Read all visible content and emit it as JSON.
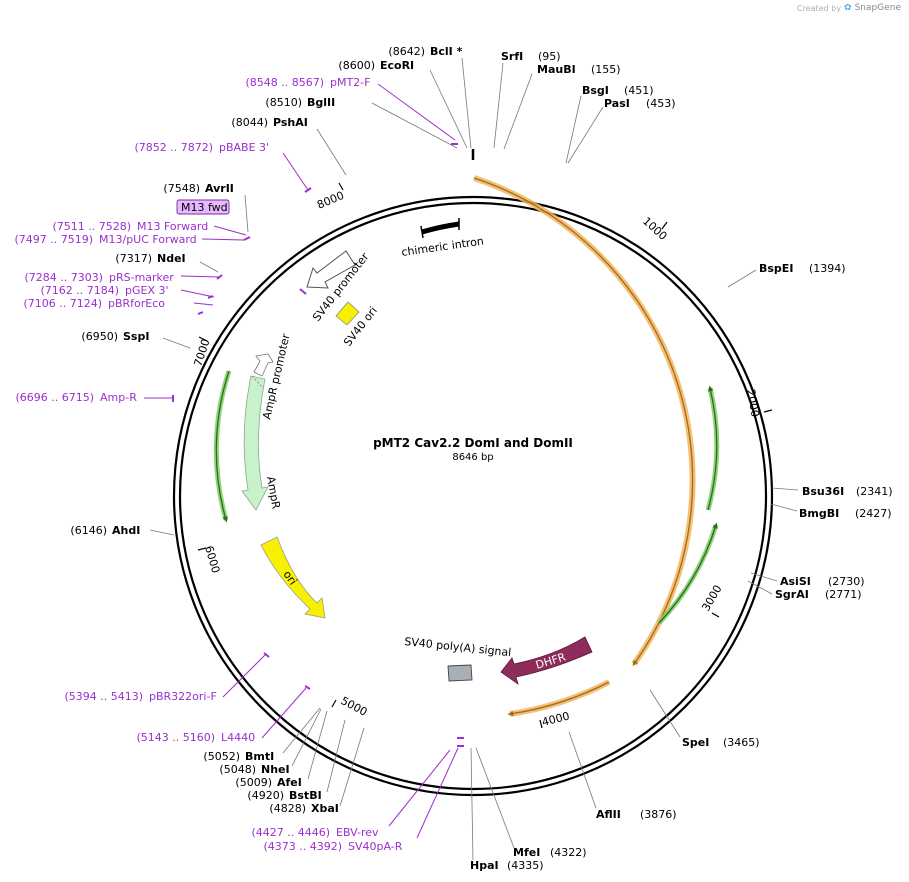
{
  "credit": {
    "prefix": "Created by",
    "brand": "SnapGene"
  },
  "plasmid": {
    "name": "pMT2 Cav2.2 DomI and DomII",
    "length": "8646 bp",
    "size_bp": 8646
  },
  "ticks": [
    "1000",
    "2000",
    "3000",
    "4000",
    "5000",
    "6000",
    "7000",
    "8000"
  ],
  "enzymes": [
    {
      "name": "BclI *",
      "pos": "(8642)"
    },
    {
      "name": "EcoRI",
      "pos": "(8600)"
    },
    {
      "name": "BglII",
      "pos": "(8510)"
    },
    {
      "name": "PshAI",
      "pos": "(8044)"
    },
    {
      "name": "AvrII",
      "pos": "(7548)"
    },
    {
      "name": "NdeI",
      "pos": "(7317)"
    },
    {
      "name": "SspI",
      "pos": "(6950)"
    },
    {
      "name": "AhdI",
      "pos": "(6146)"
    },
    {
      "name": "SrfI",
      "pos": "(95)"
    },
    {
      "name": "MauBI",
      "pos": "(155)"
    },
    {
      "name": "BsgI",
      "pos": "(451)"
    },
    {
      "name": "PasI",
      "pos": "(453)"
    },
    {
      "name": "BspEI",
      "pos": "(1394)"
    },
    {
      "name": "Bsu36I",
      "pos": "(2341)"
    },
    {
      "name": "BmgBI",
      "pos": "(2427)"
    },
    {
      "name": "AsiSI",
      "pos": "(2730)"
    },
    {
      "name": "SgrAI",
      "pos": "(2771)"
    },
    {
      "name": "SpeI",
      "pos": "(3465)"
    },
    {
      "name": "AflII",
      "pos": "(3876)"
    },
    {
      "name": "MfeI",
      "pos": "(4322)"
    },
    {
      "name": "HpaI",
      "pos": "(4335)"
    },
    {
      "name": "BmtI",
      "pos": "(5052)"
    },
    {
      "name": "NheI",
      "pos": "(5048)"
    },
    {
      "name": "AfeI",
      "pos": "(5009)"
    },
    {
      "name": "BstBI",
      "pos": "(4920)"
    },
    {
      "name": "XbaI",
      "pos": "(4828)"
    }
  ],
  "primers": [
    {
      "range": "(8548 .. 8567)",
      "name": "pMT2-F"
    },
    {
      "range": "(7852 .. 7872)",
      "name": "pBABE 3'"
    },
    {
      "range": "(7511 .. 7528)",
      "name": "M13 Forward"
    },
    {
      "range": "(7497 .. 7519)",
      "name": "M13/pUC Forward"
    },
    {
      "range": "(7284 .. 7303)",
      "name": "pRS-marker"
    },
    {
      "range": "(7162 .. 7184)",
      "name": "pGEX 3'"
    },
    {
      "range": "(7106 .. 7124)",
      "name": "pBRforEco"
    },
    {
      "range": "(6696 .. 6715)",
      "name": "Amp-R"
    },
    {
      "range": "(5394 .. 5413)",
      "name": "pBR322ori-F"
    },
    {
      "range": "(5143 .. 5160)",
      "name": "L4440"
    },
    {
      "range": "(4427 .. 4446)",
      "name": "EBV-rev"
    },
    {
      "range": "(4373 .. 4392)",
      "name": "SV40pA-R"
    }
  ],
  "m13fwd_box": "M13 fwd",
  "features": {
    "chimeric_intron": "chimeric intron",
    "sv40_promoter": "SV40 promoter",
    "sv40_ori": "SV40 ori",
    "ampr_promoter": "AmpR promoter",
    "ampr": "AmpR",
    "ori": "ori",
    "sv40_polya": "SV40 poly(A) signal",
    "dhfr": "DHFR"
  },
  "colors": {
    "backbone": "#000000",
    "orf_orange": "#f3b55c",
    "orf_dark": "#a06a1c",
    "orf_green": "#7fd06b",
    "orf_green_dark": "#2f6a1f",
    "primer": "#9b2fcf",
    "sv40_ori": "#f7f000",
    "ori": "#f7f000",
    "ampr": "#c8f2cc",
    "dhfr": "#8e2c5c",
    "polya": "#a9afb6",
    "m13_box_fill": "#e6b8ff"
  }
}
